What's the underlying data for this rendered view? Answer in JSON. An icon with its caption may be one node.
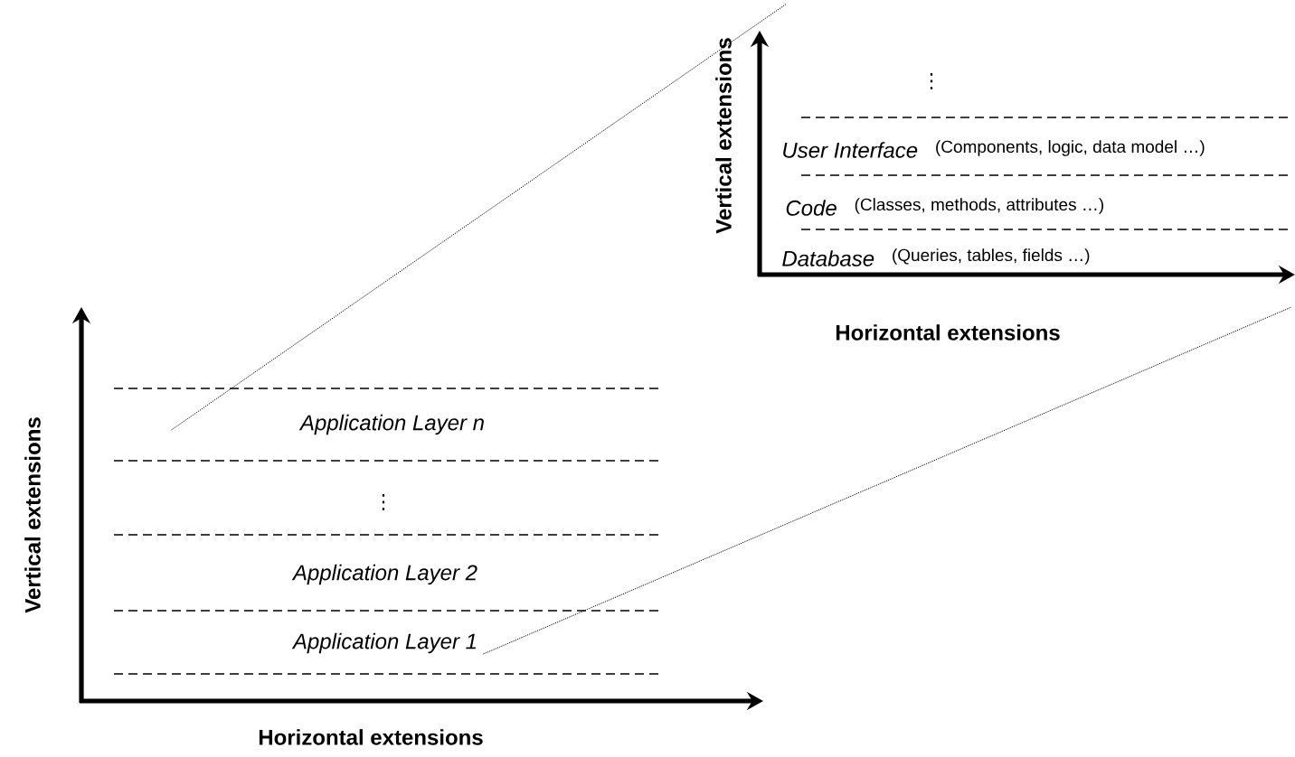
{
  "diagram": {
    "nodes": [
      {
        "text": [
          "Application Layer n"
        ]
      },
      {
        "text": [
          "Application Layer 2"
        ]
      },
      {
        "text": [
          "Application Layer 1"
        ]
      },
      {
        "text": [
          "User Interface"
        ],
        "beside": [
          "(Components, logic, data model …)"
        ]
      },
      {
        "text": [
          "Code"
        ],
        "beside": [
          "(Classes, methods, attributes …)"
        ]
      },
      {
        "text": [
          "Database"
        ],
        "beside": [
          "(Queries, tables, fields …)"
        ]
      }
    ],
    "edges": [
      {
        "from": 0,
        "to": null,
        "arrow": "none",
        "style": "dashed"
      },
      {
        "from": 2,
        "to": null,
        "arrow": "none",
        "style": "dashed"
      }
    ],
    "labels": [
      "⋮",
      "Vertical extensions",
      "Horizontal extensions",
      "Vertical extensions",
      "⋮",
      "Horizontal extensions"
    ]
  }
}
